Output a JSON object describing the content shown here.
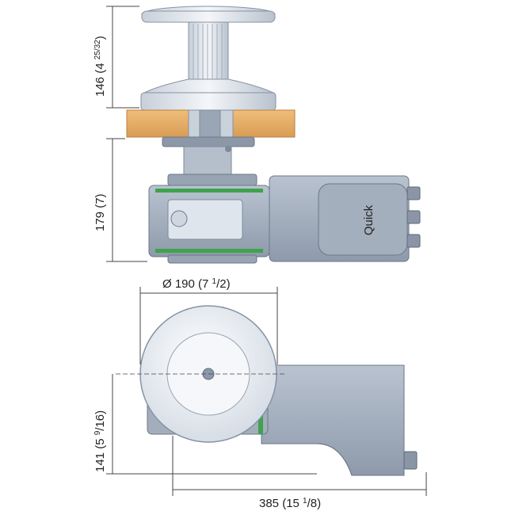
{
  "dimensions": {
    "top_height": {
      "main": "146 (4 ",
      "fraction": "25/32",
      "close": ")"
    },
    "mid_height": {
      "main": "179 (7)"
    },
    "diameter": {
      "main": "Ø 190 (7 ",
      "sup": "1",
      "sub": "/2",
      "close": ")"
    },
    "side_height": {
      "main": "141 (5 ",
      "sup": "9",
      "sub": "/16",
      "close": ")"
    },
    "length": {
      "main": "385 (15 ",
      "sup": "1",
      "sub": "/8",
      "close": ")"
    }
  },
  "logo_text": "Quick",
  "colors": {
    "dim_line": "#444444",
    "body_grey": "#a9b4c2",
    "body_dark": "#7d8a9a",
    "wood": "#e9b06a",
    "wood_dark": "#b98240",
    "seal_green": "#3fa34d",
    "drum_light": "#eef2f7"
  }
}
